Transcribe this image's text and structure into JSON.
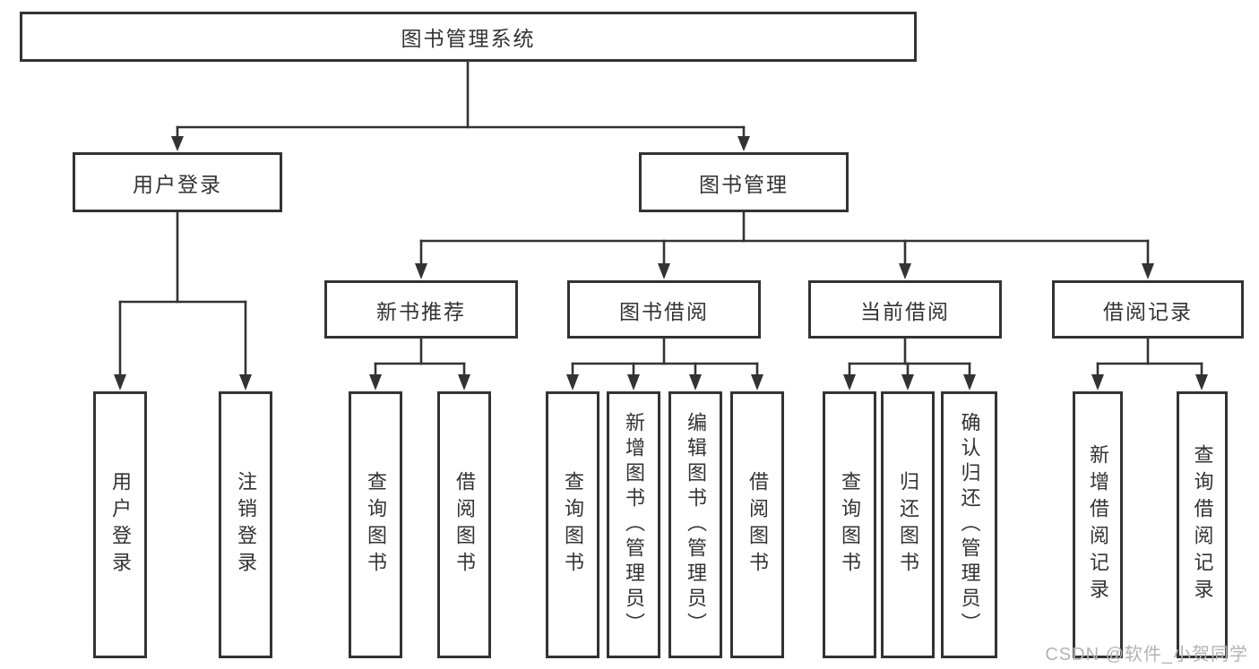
{
  "tree": {
    "root": {
      "label": "图书管理系统"
    },
    "branches": [
      {
        "label": "用户登录",
        "children": [
          {
            "label": "用户登录"
          },
          {
            "label": "注销登录"
          }
        ]
      },
      {
        "label": "图书管理",
        "sections": [
          {
            "label": "新书推荐",
            "children": [
              {
                "label": "查询图书"
              },
              {
                "label": "借阅图书"
              }
            ]
          },
          {
            "label": "图书借阅",
            "children": [
              {
                "label": "查询图书"
              },
              {
                "label": "新增图书（管理员）"
              },
              {
                "label": "编辑图书（管理员）"
              },
              {
                "label": "借阅图书"
              }
            ]
          },
          {
            "label": "当前借阅",
            "children": [
              {
                "label": "查询图书"
              },
              {
                "label": "归还图书"
              },
              {
                "label": "确认归还（管理员）"
              }
            ]
          },
          {
            "label": "借阅记录",
            "children": [
              {
                "label": "新增借阅记录"
              },
              {
                "label": "查询借阅记录"
              }
            ]
          }
        ]
      }
    ]
  },
  "watermark": {
    "text": "CSDN @软件_小贺同学"
  },
  "colors": {
    "line": "#333333",
    "text": "#333333",
    "watermark": "#b3b3b3",
    "bg": "#ffffff"
  }
}
